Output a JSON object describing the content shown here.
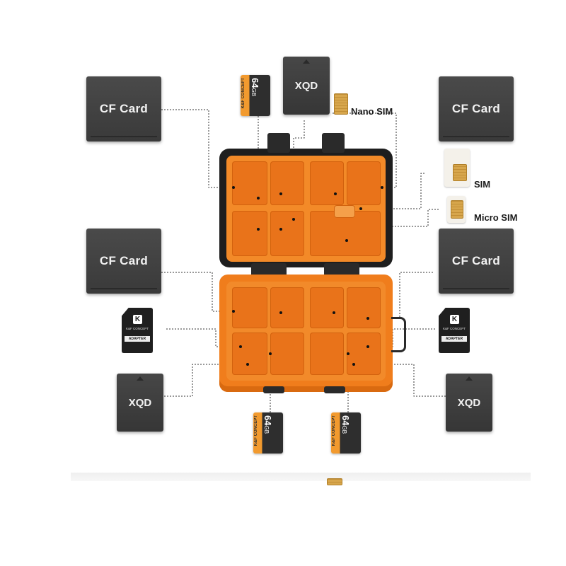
{
  "labels": {
    "cf_card": "CF Card",
    "xqd": "XQD",
    "nano_sim": "Nano SIM",
    "sim": "SIM",
    "micro_sim": "Micro SIM"
  },
  "microsd": {
    "capacity": "64",
    "unit": "GB",
    "brand": "K&F CONCEPT"
  },
  "sd_adapter": {
    "logo_letter": "K",
    "brand": "K&F CONCEPT",
    "text": "ADAPTER"
  },
  "colors": {
    "case_orange": "#f07d1c",
    "case_black": "#1e1e1e",
    "card_gray": "#3f3f3f"
  }
}
